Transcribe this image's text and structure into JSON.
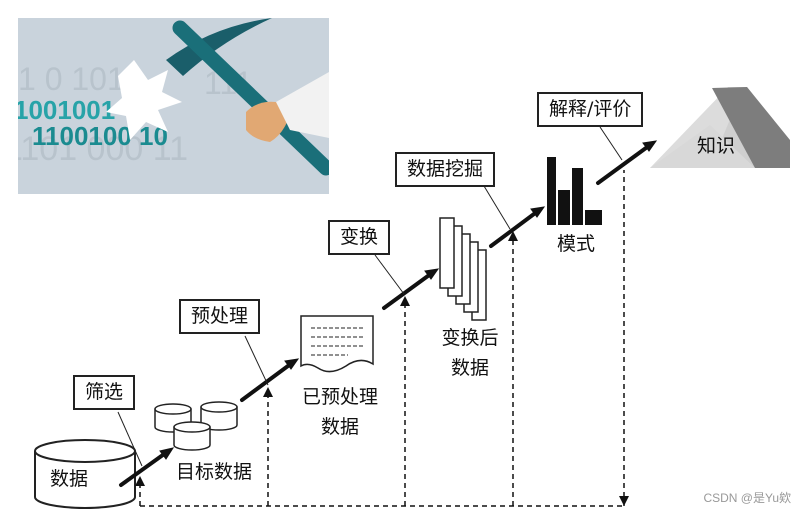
{
  "hero": {
    "binary_lines": [
      "1001001",
      "1100100 10"
    ],
    "faded_lines": [
      "1 0 101",
      "1101 000 11",
      "111"
    ]
  },
  "steps": {
    "filter": "筛选",
    "preprocess": "预处理",
    "transform": "变换",
    "mining": "数据挖掘",
    "evaluate": "解释/评价"
  },
  "nodes": {
    "data": "数据",
    "target_data": "目标数据",
    "preprocessed_data": "已预处理数据",
    "transformed_data": "变换后数据",
    "patterns": "模式",
    "knowledge": "知识"
  },
  "watermark": "CSDN @是Yu欸"
}
